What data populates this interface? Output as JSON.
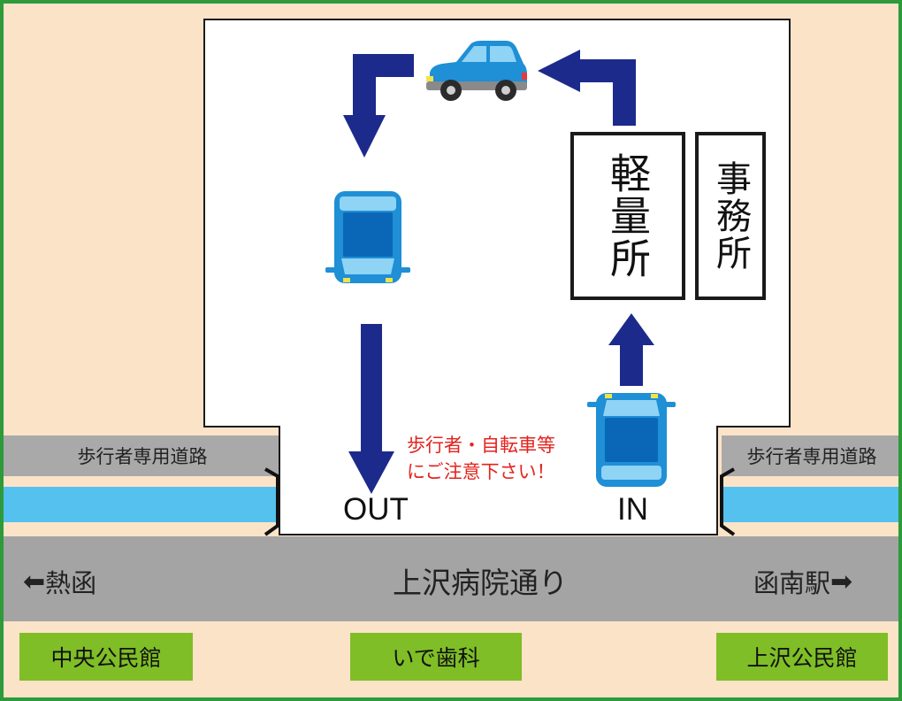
{
  "road": {
    "name": "上沢病院通り"
  },
  "directions": {
    "left": {
      "label": "熱函",
      "arrow_glyph": "⬅"
    },
    "right": {
      "label": "函南駅",
      "arrow_glyph": "➡"
    }
  },
  "sidewalk": {
    "label_left": "歩行者専用道路",
    "label_right": "歩行者専用道路"
  },
  "buildings": {
    "weigh_station": "軽量所",
    "office": "事務所"
  },
  "lanes": {
    "out_label": "OUT",
    "in_label": "IN"
  },
  "caution": {
    "line1": "歩行者・自転車等",
    "line2": "にご注意下さい！"
  },
  "landmarks": [
    "中央公民館",
    "いで歯科",
    "上沢公民館"
  ],
  "colors": {
    "border": "#2e9a3a",
    "background": "#fbe3c8",
    "road": "#a4a4a4",
    "water": "#55c1ee",
    "arrow": "#1c2a8c",
    "landmark": "#7fbe26",
    "caution_text": "#e3231d",
    "car": "#1f8fd6"
  },
  "icons": [
    "car-side-icon",
    "car-top-icon",
    "arrow-icon"
  ]
}
